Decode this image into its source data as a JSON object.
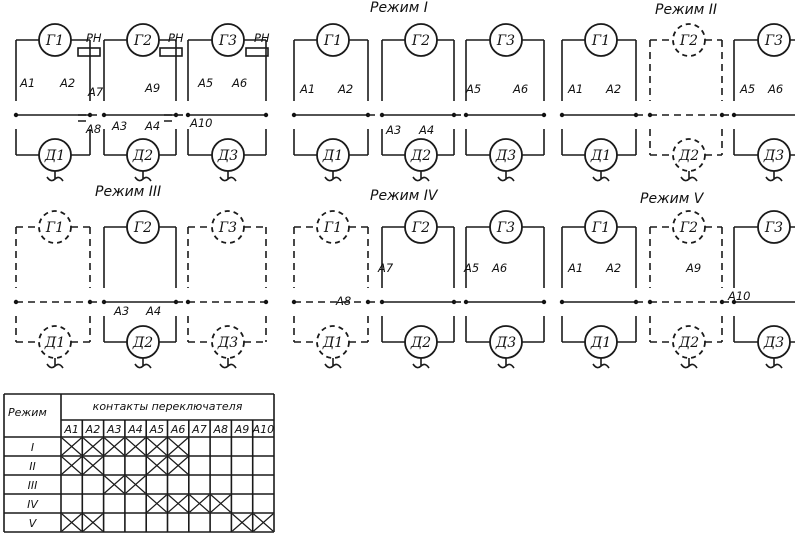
{
  "machines": {
    "generators": [
      "Г1",
      "Г2",
      "Г3"
    ],
    "motors": [
      "Д1",
      "Д2",
      "Д3"
    ],
    "relays": [
      "РН",
      "РН",
      "РН"
    ]
  },
  "contacts": [
    "А1",
    "А2",
    "А3",
    "А4",
    "А5",
    "А6",
    "А7",
    "А8",
    "А9",
    "А10"
  ],
  "modes": {
    "I": "Режим I",
    "II": "Режим II",
    "III": "Режим III",
    "IV": "Режим IV",
    "V": "Режим V"
  },
  "table": {
    "corner_header": "Режим",
    "group_header": "контакты переключателя",
    "columns": [
      "А1",
      "А2",
      "А3",
      "А4",
      "А5",
      "А6",
      "А7",
      "А8",
      "А9",
      "А10"
    ],
    "rows": [
      {
        "label": "I",
        "closed": [
          "А1",
          "А2",
          "А3",
          "А4",
          "А5",
          "А6"
        ]
      },
      {
        "label": "II",
        "closed": [
          "А1",
          "А2",
          "А5",
          "А6"
        ]
      },
      {
        "label": "III",
        "closed": [
          "А3",
          "А4"
        ]
      },
      {
        "label": "IV",
        "closed": [
          "А5",
          "А6",
          "А7",
          "А8"
        ]
      },
      {
        "label": "V",
        "closed": [
          "А1",
          "А2",
          "А9",
          "А10"
        ]
      }
    ]
  }
}
